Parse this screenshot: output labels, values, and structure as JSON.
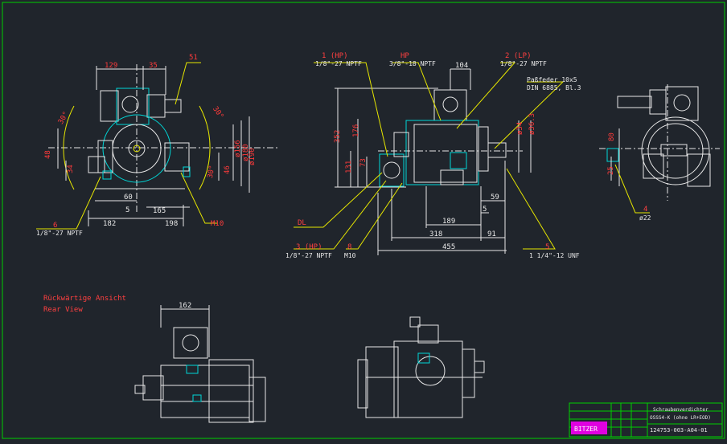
{
  "front_view": {
    "dims": {
      "d129": "129",
      "d35": "35",
      "d51": "51",
      "a30l": "30°",
      "a30r": "30°",
      "d48": "48",
      "d34": "34",
      "d156": "ø156",
      "d180": "ø180",
      "d190": "ø190",
      "d30": "30°",
      "d46": "46",
      "d60": "60",
      "d5": "5",
      "d165": "165",
      "d182": "182",
      "d198": "198",
      "m10": "M10"
    },
    "callout_6": "6",
    "callout_6_thread": "1/8\"-27 NPTF"
  },
  "side_view": {
    "port1_label": "1 (HP)",
    "port1_thread": "1/8\"-27 NPTF",
    "hp_label": "HP",
    "hp_thread": "3/8\"-18 NPTF",
    "port2_label": "2 (LP)",
    "port2_thread": "1/8\"-27 NPTF",
    "key_note_1": "Paßfeder 10x5",
    "key_note_2": "DIN 6885, Bl.3",
    "dims": {
      "d104": "104",
      "d352": "352",
      "d176": "176",
      "d131": "131",
      "d73": "73",
      "d34": "ø34",
      "d36": "ø36.3",
      "d59": "59",
      "d189": "189",
      "d5": "5",
      "d318": "318",
      "d91": "91",
      "d455": "455"
    },
    "dl_label": "DL",
    "port3_label": "3 (HP)",
    "port3_thread": "1/8\"-27 NPTF",
    "callout_8": "8",
    "callout_8_thread": "M10",
    "callout_5": "5",
    "callout_5_thread": "1 1/4\"-12 UNF"
  },
  "rear_view": {
    "dims": {
      "d80": "80",
      "d25": "25"
    },
    "callout_4": "4",
    "callout_4_dia": "ø22"
  },
  "rear_note": {
    "line1": "Rückwärtige Ansicht",
    "line2": "Rear View"
  },
  "bottom_view": {
    "dim162": "162"
  },
  "title_block": {
    "title_de": "Schraubenverdichter",
    "model": "OSSS4-K (ohne LR+EOD)",
    "drawing_no": "124753-003-A04-01",
    "logo": "BITZER"
  },
  "colors": {
    "background": "#20252c",
    "frame": "#00d000",
    "dim_red": "#ff3b3b",
    "leader": "#e6e600",
    "geometry": "#00d7d7"
  }
}
